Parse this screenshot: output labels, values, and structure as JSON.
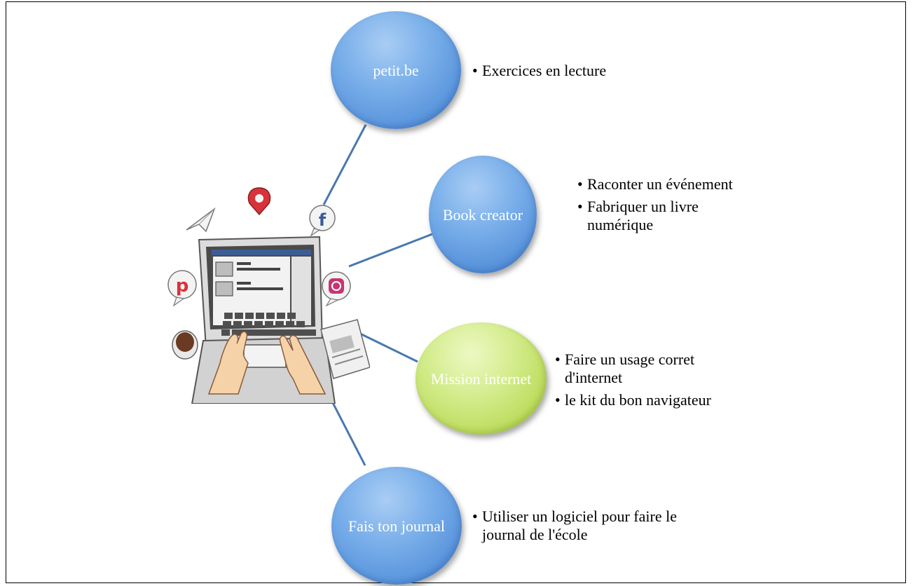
{
  "nodes": [
    {
      "label": "petit.be",
      "color": "#6aa2e3",
      "bullets": [
        "Exercices en lecture"
      ]
    },
    {
      "label": "Book creator",
      "color": "#6aa2e3",
      "bullets": [
        "Raconter un événement",
        "Fabriquer un livre numérique"
      ]
    },
    {
      "label": "Mission internet",
      "color": "#c6e276",
      "bullets": [
        "Faire un usage corret d'internet",
        "le kit du bon navigateur"
      ]
    },
    {
      "label": "Fais ton journal",
      "color": "#6aa2e3",
      "bullets": [
        "Utiliser un logiciel pour faire le journal de l'école"
      ]
    }
  ],
  "illustration": {
    "icons": [
      "paper-plane-icon",
      "map-pin-icon",
      "facebook-icon",
      "pinterest-icon",
      "instagram-icon",
      "coffee-cup-icon",
      "newspaper-icon"
    ]
  },
  "colors": {
    "connector": "#4a78b0",
    "node_text": "#ffffff"
  }
}
